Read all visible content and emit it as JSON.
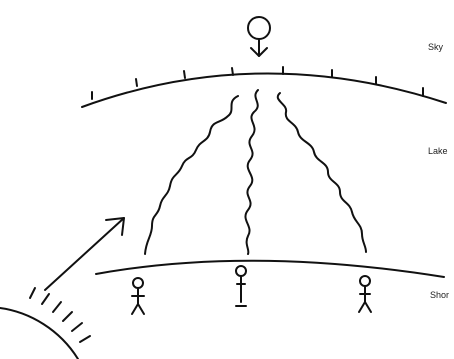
{
  "labels": {
    "sky": "Sky",
    "lake": "Lake",
    "shore": "Shor"
  },
  "icons": {
    "sky_marker": "sun-with-down-arrow-icon",
    "figure": "stick-figure-icon",
    "wave": "wavy-line-icon",
    "direction": "diagonal-arrow-icon",
    "source": "sun-rays-icon"
  },
  "colors": {
    "ink": "#111111",
    "background": "#ffffff"
  },
  "figure_count": 3,
  "wave_count": 3,
  "tick_count": 8
}
